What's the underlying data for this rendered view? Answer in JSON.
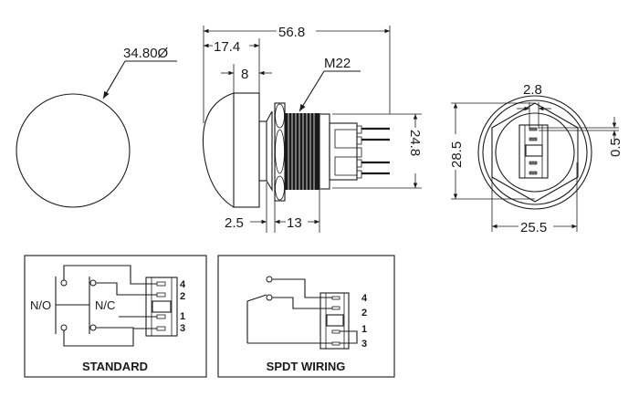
{
  "title": "Pushbutton switch dimensional drawing",
  "front_view": {
    "diameter_label": "34.80Ø"
  },
  "side_view": {
    "overall_length": "56.8",
    "cap_length": "17.4",
    "cap_flat": "8",
    "thread_label": "M22",
    "body_height": "24.8",
    "nut_thickness": "2.5",
    "thread_length": "13"
  },
  "rear_view": {
    "terminal_width": "2.8",
    "terminal_thickness": "0.5",
    "across_corners": "28.5",
    "across_flats": "25.5"
  },
  "wiring_standard": {
    "caption": "STANDARD",
    "no_label": "N/O",
    "nc_label": "N/C",
    "pins": [
      "4",
      "2",
      "1",
      "3"
    ]
  },
  "wiring_spdt": {
    "caption": "SPDT WIRING",
    "pins": [
      "4",
      "2",
      "1",
      "3"
    ]
  }
}
